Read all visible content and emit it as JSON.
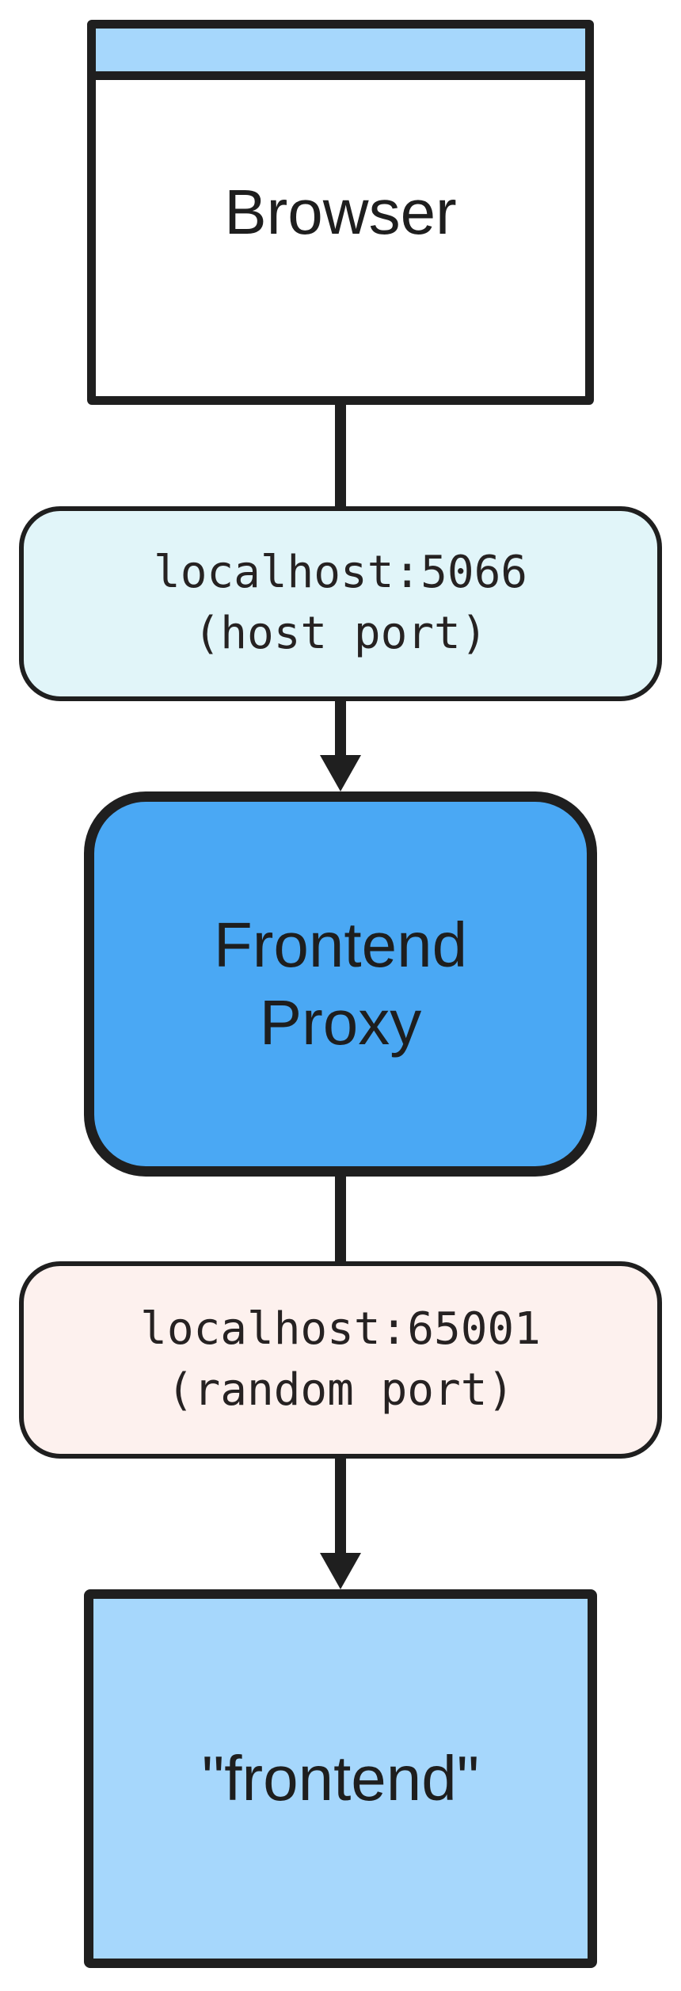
{
  "diagram": {
    "background": "#ffffff",
    "stroke_color": "#1f1f1f",
    "text_color": "#1e1e1e",
    "nodes": {
      "browser": {
        "label": "Browser",
        "fill": "#ffffff",
        "titlebar_fill": "#a6d7fc"
      },
      "frontend_proxy": {
        "line1": "Frontend",
        "line2": "Proxy",
        "fill": "#4aa8f4"
      },
      "frontend": {
        "label": "\"frontend\"",
        "fill": "#a6d7fc"
      }
    },
    "edge_labels": {
      "host_port": {
        "line1": "localhost:5066",
        "line2": "(host port)",
        "fill": "#e1f5f9"
      },
      "random_port": {
        "line1": "localhost:65001",
        "line2": "(random port)",
        "fill": "#fdf1ee"
      }
    }
  }
}
